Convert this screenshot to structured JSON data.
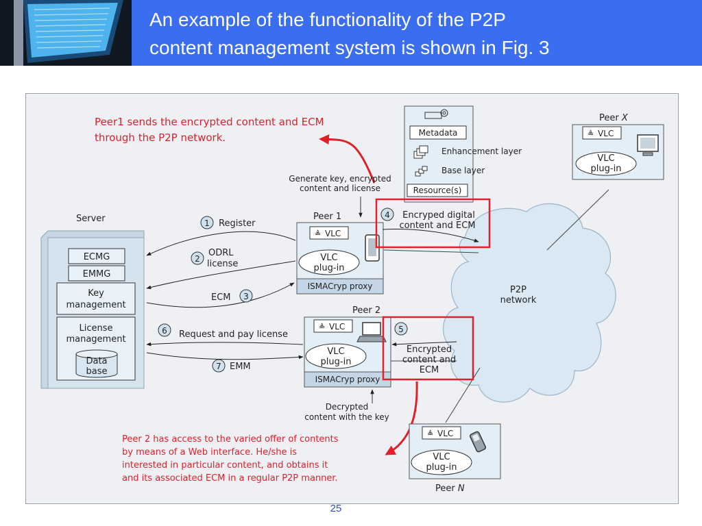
{
  "slide": {
    "title_line1": "An example of the functionality of the P2P",
    "title_line2": "content management system is shown in Fig. 3",
    "page_number": "25"
  },
  "diagram": {
    "annotation_top": [
      "Peer1 sends the encrypted content and ECM",
      "through the P2P network."
    ],
    "annotation_bottom": [
      "Peer 2 has access to the varied offer of contents",
      "by means of a Web interface. He/she is",
      "interested in particular content, and obtains it",
      "and its associated ECM in a regular P2P manner."
    ],
    "server": {
      "label": "Server",
      "ecmg": "ECMG",
      "emmg": "EMMG",
      "key_management": [
        "Key",
        "management"
      ],
      "license_management": [
        "License",
        "management"
      ],
      "database": [
        "Data",
        "base"
      ]
    },
    "content_box": {
      "metadata": "Metadata",
      "enhancement_layer": "Enhancement layer",
      "base_layer": "Base layer",
      "resources": "Resource(s)"
    },
    "generate_note": [
      "Generate key, encrypted",
      "content and license"
    ],
    "decrypted_note": [
      "Decrypted",
      "content with the key"
    ],
    "peer1": {
      "label": "Peer 1",
      "vlc": "VLC",
      "plugin": [
        "VLC",
        "plug-in"
      ],
      "proxy": "ISMACryp proxy"
    },
    "peer2": {
      "label": "Peer 2",
      "vlc": "VLC",
      "plugin": [
        "VLC",
        "plug-in"
      ],
      "proxy": "ISMACryp proxy"
    },
    "peer_x": {
      "label": "Peer ",
      "label_italic": "X",
      "vlc": "VLC",
      "plugin": [
        "VLC",
        "plug-in"
      ]
    },
    "peer_n": {
      "label": "Peer ",
      "label_italic": "N",
      "vlc": "VLC",
      "plugin": [
        "VLC",
        "plug-in"
      ]
    },
    "network": [
      "P2P",
      "network"
    ],
    "steps": [
      {
        "num": "1",
        "label": [
          "Register"
        ]
      },
      {
        "num": "2",
        "label": [
          "ODRL",
          "license"
        ]
      },
      {
        "num": "3",
        "label": [
          "ECM"
        ]
      },
      {
        "num": "4",
        "label": [
          "Encryped digital",
          "content and ECM"
        ]
      },
      {
        "num": "5",
        "label": [
          "Encrypted",
          "content and",
          "ECM"
        ]
      },
      {
        "num": "6",
        "label": [
          "Request and pay license"
        ]
      },
      {
        "num": "7",
        "label": [
          "EMM"
        ]
      }
    ],
    "colors": {
      "header_blue": "#3b6df0",
      "highlight_red": "#e0202a",
      "node_fill": "#e4eef6",
      "cloud_fill": "#d9e8f3"
    }
  }
}
